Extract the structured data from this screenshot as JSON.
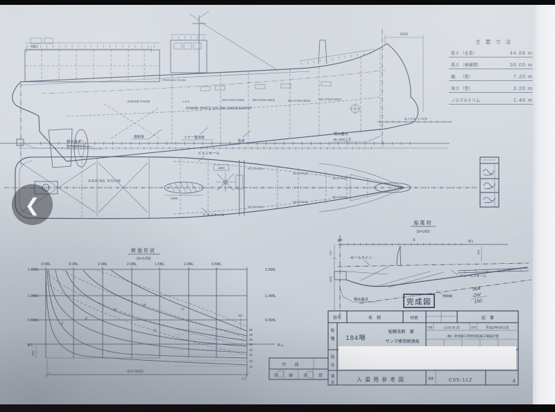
{
  "colors": {
    "ink": "#3c465e",
    "paper": "#d3d8df",
    "viewer_bg": "#0b0b0d"
  },
  "viewer": {
    "prev": "❮"
  },
  "dims_table": {
    "title": "主 要 寸 法",
    "rows": [
      {
        "label": "長さ （全長）",
        "value": "44.88 m"
      },
      {
        "label": "長さ （垂線間）",
        "value": "36.00 m"
      },
      {
        "label": "幅　 （型）",
        "value": "7.20 m"
      },
      {
        "label": "深さ （型）",
        "value": "3.20 m"
      },
      {
        "label": "ノルマルトリム",
        "value": "1.40 m"
      }
    ]
  },
  "profile": {
    "dim_4601": "4601",
    "dim_4200": "4200",
    "freezing_room": "FREEZING ROOM",
    "engine_room": "ENGINE ROOM",
    "cwb": "C W B",
    "frame_note": "FRAME SPACE 540 MM THROUGHOUT",
    "hold4": "NO.4 FISH HOLD",
    "hold3": "NO.3 FISH HOLD",
    "hold2": "NO.2 FISH HOLD",
    "hold1": "NO.1 FISH HOLD",
    "base_line": "BASE LINE",
    "draft_stern_1": "喫水基点",
    "draft_stern_2": "BL~1650下方",
    "draft_bow_1": "喫水基点",
    "draft_bow_2": "BL~500上方",
    "zinc": "亜鉛板",
    "sonar": "ソナー整流板",
    "hold_label": "魚倉"
  },
  "plan": {
    "engine_room": "ENGINE ROOM",
    "dim_2400": "2400",
    "dim_1820": "1820",
    "bilge_keel": "ビルジキール",
    "bilge_keel2": "ビルジキール",
    "comp1": "NO.3 F/H (P)",
    "comp2": "NO.2 F/H (P)",
    "comp3": "NO.1 F/H (P)",
    "comp4": "NO.3 F/H (S)",
    "comp5": "NO.2 F/H (S)",
    "comp6": "NO.1 F/H (S)"
  },
  "body_plan": {
    "title": "断面形状",
    "scale": "(S=1/25)",
    "wl": [
      "1.5WL",
      "1.0WL",
      "0.5WL",
      "B.L"
    ],
    "wl_right": [
      "1.5WL",
      "1.0WL",
      "0.5WL",
      "B.L."
    ],
    "bl": [
      "3.5BL",
      "3.0BL",
      "2.5BL",
      "2.0BL",
      "1.5BL",
      "1.0BL",
      "0.5BL"
    ],
    "frames": [
      "50",
      "45",
      "40",
      "35",
      "30",
      "25",
      "20",
      "15"
    ],
    "cl": "C.L",
    "half_breadth": "B/2=3600",
    "dim_200": "200",
    "dim_450": "450",
    "curve_labels": [
      "25",
      "30",
      "40",
      "45",
      "15",
      "20"
    ]
  },
  "stern": {
    "title": "船尾材",
    "scale": "(S=1/50)",
    "ap": "AP",
    "five": "5",
    "bl": "B.L",
    "keel_line": "キールライン",
    "false_keel": "フォールスキール",
    "draft_point": "喫水基点",
    "slope": "傾斜線",
    "dim_300": "300",
    "dim_700": "700",
    "dim_1600": "1600",
    "stamp": "完成図",
    "hand1": "964",
    "hand2": "-2W",
    "hand3": "160"
  },
  "title_block": {
    "h_sign": "符号",
    "h_name": "名　称",
    "h_material": "材質",
    "h_note": "記　事",
    "type_label_1": "船",
    "type_label_2": "種",
    "tonnage": "184噸",
    "type_line1": "鮭鱒流網　兼",
    "type_line2": "サンマ棒受網漁船",
    "scale_label": "尺度",
    "scale_value": "1/150.50.25",
    "date_label": "日付",
    "date_value": "平成10年6月16日",
    "company": "（株）新潟鉄工所新潟造船工場設計室",
    "name_label_1": "船",
    "name_label_2": "名",
    "dwg_label_1": "図",
    "dwg_label_2": "名",
    "dwg_name": "入渠用参考図",
    "dwg_no_label": "図番",
    "dwg_no": "C05-11Z",
    "page_note": "4"
  },
  "approval": {
    "row1": "作　成",
    "c1": "回",
    "c2": "議",
    "c3": "承",
    "c4": "認"
  }
}
